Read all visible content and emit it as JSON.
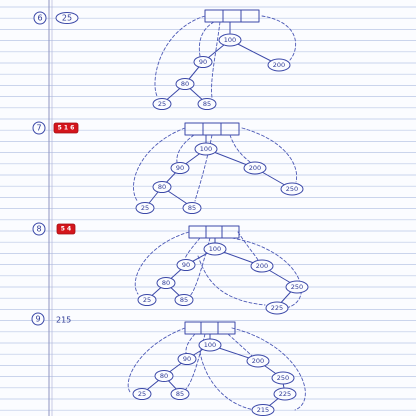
{
  "colors": {
    "ink": "#3b48a8",
    "rule_line": "#b9c6e6",
    "margin_line": "#8f94c2",
    "tag": "#d4151c",
    "paper": "#fbfcff"
  },
  "steps": [
    {
      "number": "6",
      "value": "25",
      "value_style": "oval",
      "tree": [
        "100",
        "90",
        "200",
        "80",
        "25",
        "85"
      ]
    },
    {
      "number": "7",
      "value": "5 1 6",
      "value_style": "red-tag",
      "tree": [
        "100",
        "90",
        "200",
        "250",
        "80",
        "25",
        "85"
      ]
    },
    {
      "number": "8",
      "value": "5 4",
      "value_style": "red-tag",
      "tree": [
        "100",
        "90",
        "200",
        "80",
        "250",
        "25",
        "85",
        "225"
      ]
    },
    {
      "number": "9",
      "value": "215",
      "value_style": "plain",
      "tree": [
        "100",
        "90",
        "200",
        "80",
        "250",
        "25",
        "85",
        "225",
        "215"
      ]
    }
  ]
}
